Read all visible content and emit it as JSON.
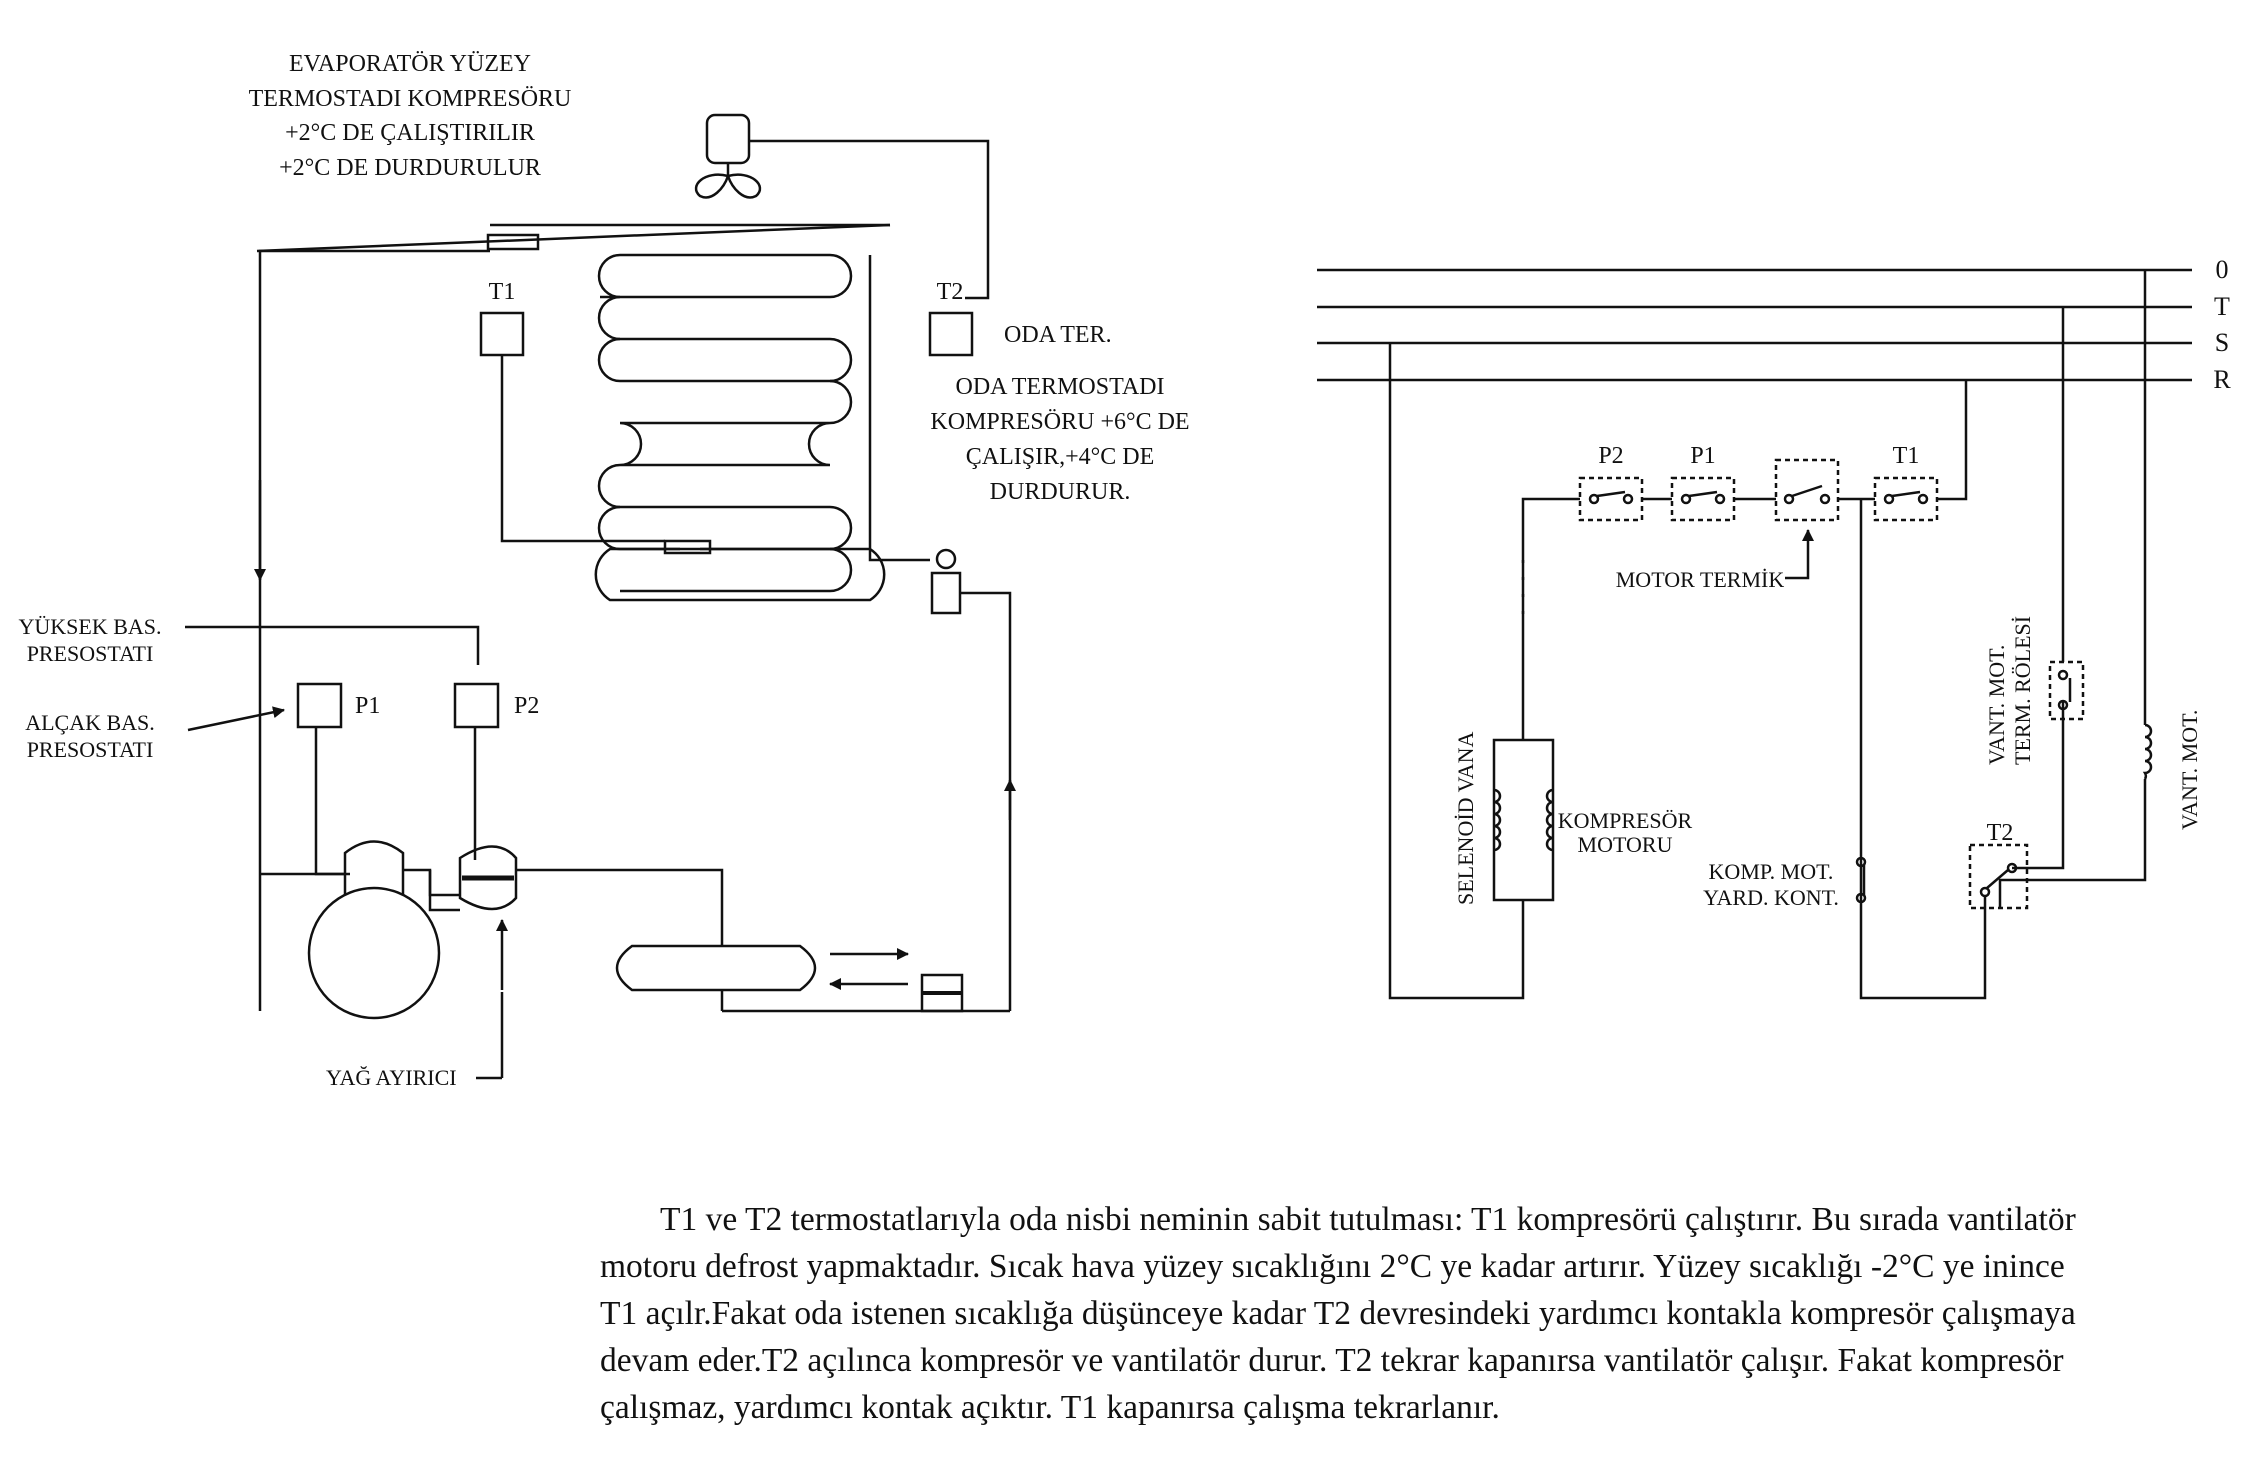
{
  "left_diagram": {
    "evap_note": [
      "EVAPORATÖR YÜZEY",
      "TERMOSTADI KOMPRESÖRU",
      "+2°C  DE ÇALIŞTIRILIR",
      "+2°C  DE DURDURULUR"
    ],
    "room_note": [
      "ODA TERMOSTADI",
      "KOMPRESÖRU +6°C DE",
      "ÇALIŞIR,+4°C DE",
      "DURDURUR."
    ],
    "t1": "T1",
    "t2": "T2",
    "room_thermostat": "ODA TER.",
    "high_pressure": [
      "YÜKSEK BAS.",
      "PRESOSTATI"
    ],
    "low_pressure": [
      "ALÇAK BAS.",
      "PRESOSTATI"
    ],
    "p1": "P1",
    "p2": "P2",
    "oil_separator": "YAĞ AYIRICI"
  },
  "right_diagram": {
    "bus_labels": [
      "0",
      "T",
      "S",
      "R"
    ],
    "p2": "P2",
    "p1": "P1",
    "t1": "T1",
    "t2": "T2",
    "motor_thermal": "MOTOR TERMİK",
    "solenoid_valve": "SELENOİD VANA",
    "compressor_motor": [
      "KOMPRESÖR",
      "MOTORU"
    ],
    "aux_contact": [
      "KOMP. MOT.",
      "YARD. KONT."
    ],
    "fan_thermal_relay": [
      "VANT. MOT.",
      "TERM. RÖLESİ"
    ],
    "fan_motor": "VANT. MOT."
  },
  "caption_lines": [
    "T1 ve T2 termostatlarıyla oda nisbi neminin sabit tutulması: T1 kompresörü çalıştırır.  Bu sırada vantilatör",
    "motoru defrost yapmaktadır. Sıcak hava yüzey sıcaklığını 2°C ye kadar artırır. Yüzey sıcaklığı -2°C ye inince",
    "T1 açılr.Fakat oda istenen sıcaklığa düşünceye kadar T2 devresindeki yardımcı kontakla kompresör çalışmaya",
    "devam eder.T2 açılınca kompresör ve vantilatör durur. T2 tekrar kapanırsa vantilatör çalışır. Fakat kompresör",
    "çalışmaz, yardımcı kontak açıktır. T1 kapanırsa çalışma tekrarlanır."
  ]
}
